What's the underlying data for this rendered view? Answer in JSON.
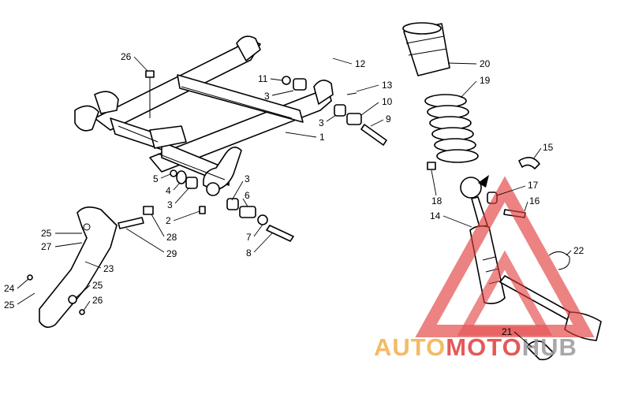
{
  "diagram": {
    "callouts": [
      {
        "id": "c26a",
        "label": "26"
      },
      {
        "id": "c12",
        "label": "12"
      },
      {
        "id": "c11",
        "label": "11"
      },
      {
        "id": "c13",
        "label": "13"
      },
      {
        "id": "c3a",
        "label": "3"
      },
      {
        "id": "c10",
        "label": "10"
      },
      {
        "id": "c3b",
        "label": "3"
      },
      {
        "id": "c9",
        "label": "9"
      },
      {
        "id": "c1",
        "label": "1"
      },
      {
        "id": "c5",
        "label": "5"
      },
      {
        "id": "c4",
        "label": "4"
      },
      {
        "id": "c3c",
        "label": "3"
      },
      {
        "id": "c2",
        "label": "2"
      },
      {
        "id": "c3d",
        "label": "3"
      },
      {
        "id": "c6",
        "label": "6"
      },
      {
        "id": "c7",
        "label": "7"
      },
      {
        "id": "c8",
        "label": "8"
      },
      {
        "id": "c25a",
        "label": "25"
      },
      {
        "id": "c27",
        "label": "27"
      },
      {
        "id": "c28",
        "label": "28"
      },
      {
        "id": "c29",
        "label": "29"
      },
      {
        "id": "c23",
        "label": "23"
      },
      {
        "id": "c24",
        "label": "24"
      },
      {
        "id": "c25b",
        "label": "25"
      },
      {
        "id": "c25c",
        "label": "25"
      },
      {
        "id": "c26b",
        "label": "26"
      },
      {
        "id": "c20",
        "label": "20"
      },
      {
        "id": "c19",
        "label": "19"
      },
      {
        "id": "c15",
        "label": "15"
      },
      {
        "id": "c17",
        "label": "17"
      },
      {
        "id": "c18",
        "label": "18"
      },
      {
        "id": "c16",
        "label": "16"
      },
      {
        "id": "c14",
        "label": "14"
      },
      {
        "id": "c22",
        "label": "22"
      },
      {
        "id": "c21",
        "label": "21"
      }
    ]
  },
  "watermark": {
    "part1": "AUTO",
    "part2": "MOTO",
    "part3": "HUB",
    "colors": {
      "orange": "#f2b04a",
      "red": "#e23b3b",
      "gray": "#9a9a9a"
    }
  }
}
